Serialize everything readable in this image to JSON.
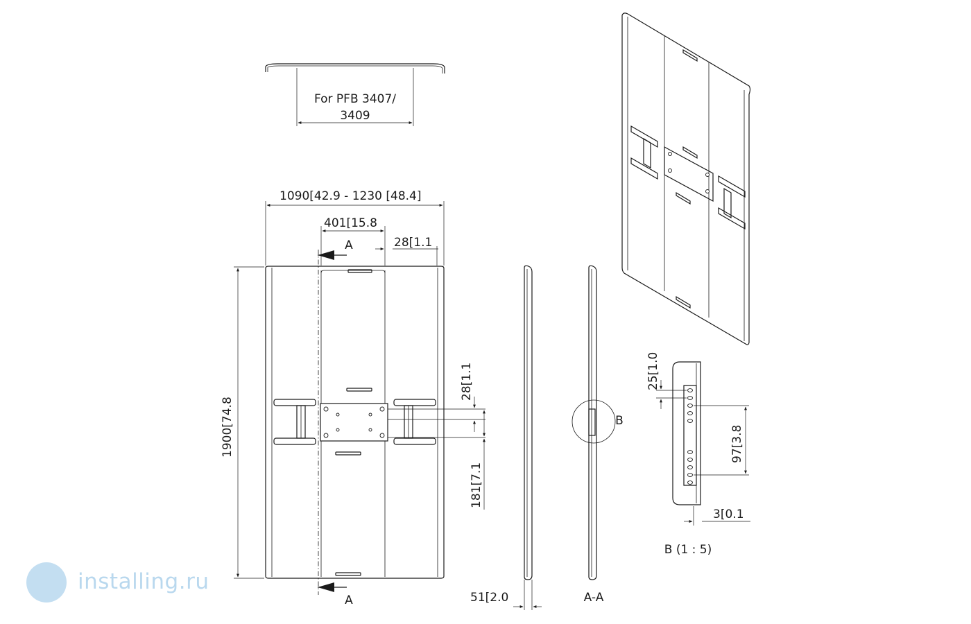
{
  "top_detail": {
    "label_line1": "For PFB 3407/",
    "label_line2": "3409"
  },
  "front_view": {
    "width_label": "1090",
    "width_bracket": "42.9",
    "width_range_sep": " - ",
    "width_max_label": "1230 [48.4]",
    "center_width": "401",
    "center_width_bracket": "15.8",
    "edge_offset": "28",
    "edge_offset_bracket": "1.1",
    "height": "1900",
    "height_bracket": "74.8",
    "plate_offset": "28",
    "plate_offset_bracket": "1.1",
    "bottom_offset": "181",
    "bottom_offset_bracket": "7.1",
    "section_mark_top": "A",
    "section_mark_bottom": "A"
  },
  "side_view": {
    "thickness": "51",
    "thickness_bracket": "2.0"
  },
  "section_view": {
    "label": "A-A",
    "detail_marker": "B"
  },
  "detail_view": {
    "dim_top": "25",
    "dim_top_bracket": "1.0",
    "dim_pitch": "97",
    "dim_pitch_bracket": "3.8",
    "dim_depth": "3",
    "dim_depth_bracket": "0.1",
    "label": "B (1 : 5)"
  },
  "watermark": {
    "text": "installing.ru",
    "logo": "globe-logo-icon",
    "color": "#b9d8ee"
  }
}
